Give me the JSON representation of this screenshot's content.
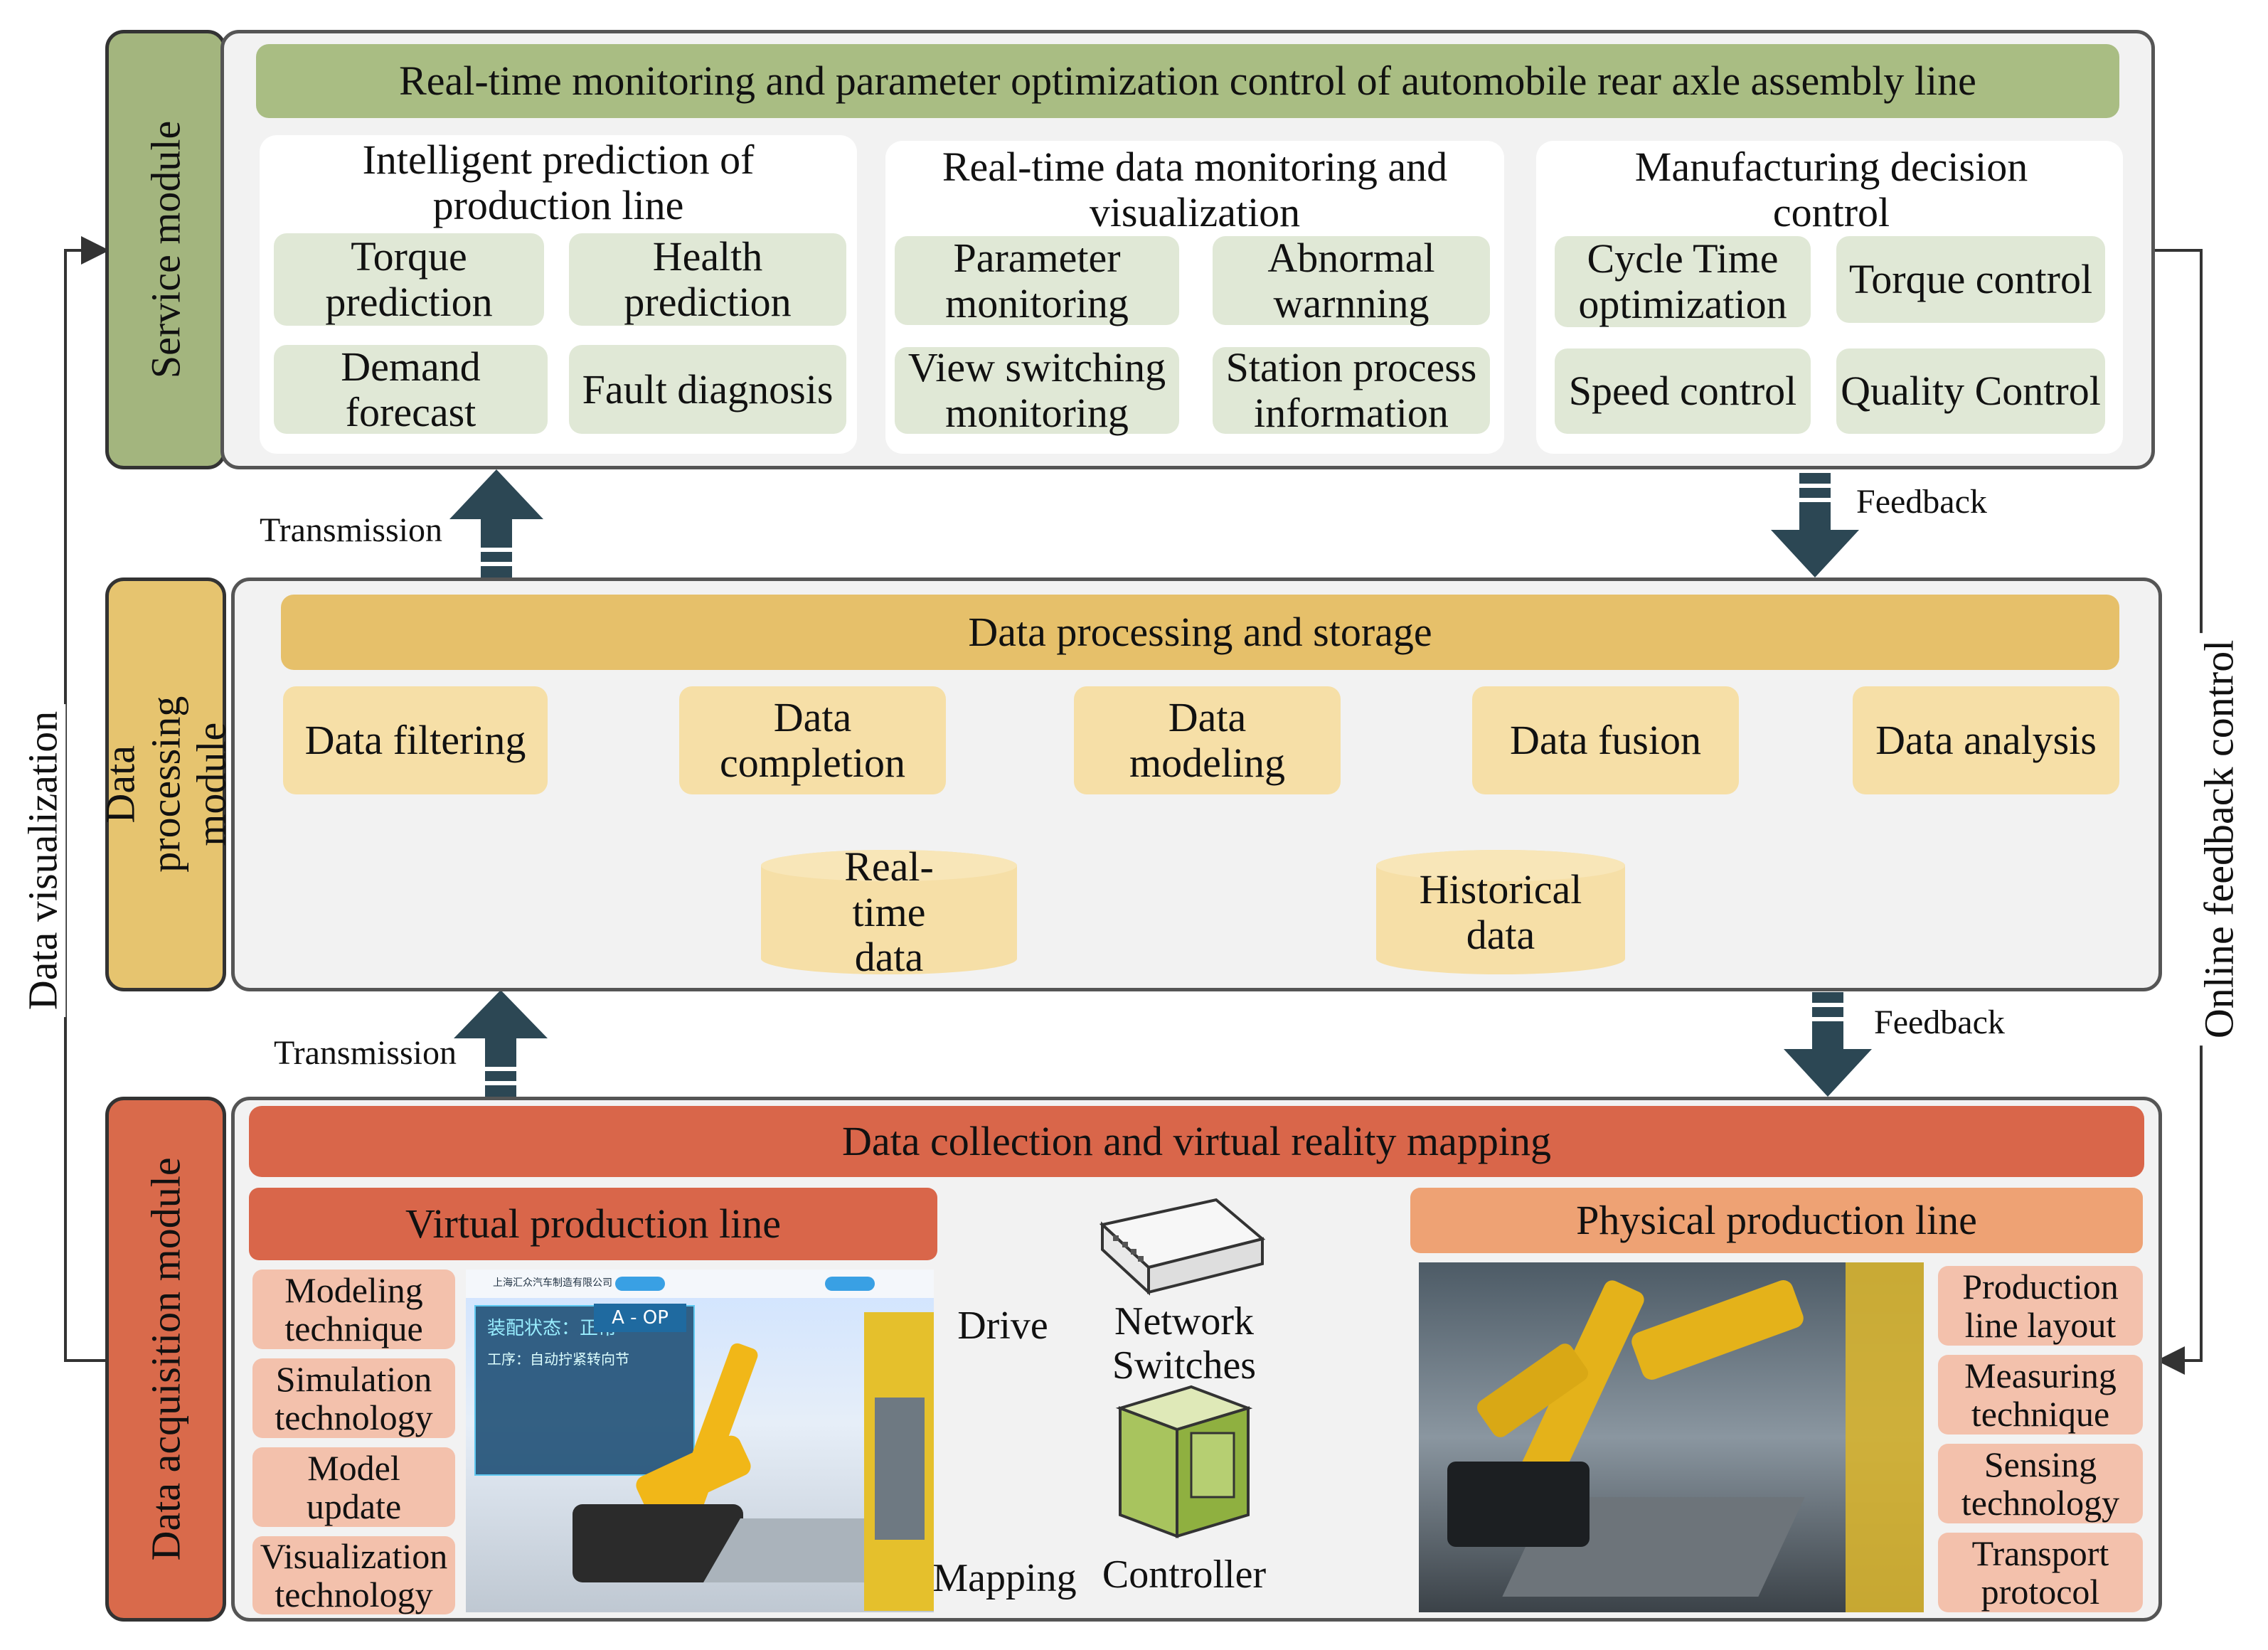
{
  "side_labels": {
    "service": "Service module",
    "processing": "Data processing module",
    "acquisition": "Data acquisition module",
    "left_outer": "Data visualization",
    "right_outer": "Online feedback control"
  },
  "service": {
    "header": "Real-time monitoring and parameter optimization control of automobile rear axle assembly line",
    "groups": [
      {
        "title": "Intelligent prediction of production line",
        "items": [
          "Torque prediction",
          "Health prediction",
          "Demand forecast",
          "Fault diagnosis"
        ]
      },
      {
        "title": "Real-time data monitoring and visualization",
        "items": [
          "Parameter monitoring",
          "Abnormal warnning",
          "View switching monitoring",
          "Station process information"
        ]
      },
      {
        "title": "Manufacturing decision control",
        "items": [
          "Cycle Time optimization",
          "Torque control",
          "Speed control",
          "Quality Control"
        ]
      }
    ]
  },
  "arrows": {
    "transmission_top": "Transmission",
    "feedback_top": "Feedback",
    "transmission_bottom": "Transmission",
    "feedback_bottom": "Feedback"
  },
  "processing": {
    "header": "Data processing and storage",
    "steps": [
      "Data filtering",
      "Data completion",
      "Data modeling",
      "Data fusion",
      "Data analysis"
    ],
    "stores": [
      "Real-time data",
      "Historical data"
    ]
  },
  "acquisition": {
    "header": "Data collection and virtual reality mapping",
    "virtual_title": "Virtual production line",
    "virtual_items": [
      "Modeling technique",
      "Simulation technology",
      "Model update",
      "Visualization technology"
    ],
    "physical_title": "Physical production line",
    "physical_items": [
      "Production line layout",
      "Measuring technique",
      "Sensing technology",
      "Transport protocol"
    ],
    "drive": "Drive",
    "mapping": "Mapping",
    "network": "Network Switches",
    "controller": "Controller",
    "screen": {
      "company": "上海汇众汽车制造有限公司",
      "status": "装配状态：正常",
      "process": "工序：自动拧紧转向节",
      "station": "A - OP"
    }
  },
  "colors": {
    "service_side": "#a3b57e",
    "service_header": "#a9bd83",
    "processing_side": "#e6c46f",
    "processing_header": "#e6c06a",
    "acquisition_side": "#d96a4b",
    "acquisition_header": "#d9664a",
    "physical_header": "#eea274",
    "arrow": "#2c4754"
  }
}
